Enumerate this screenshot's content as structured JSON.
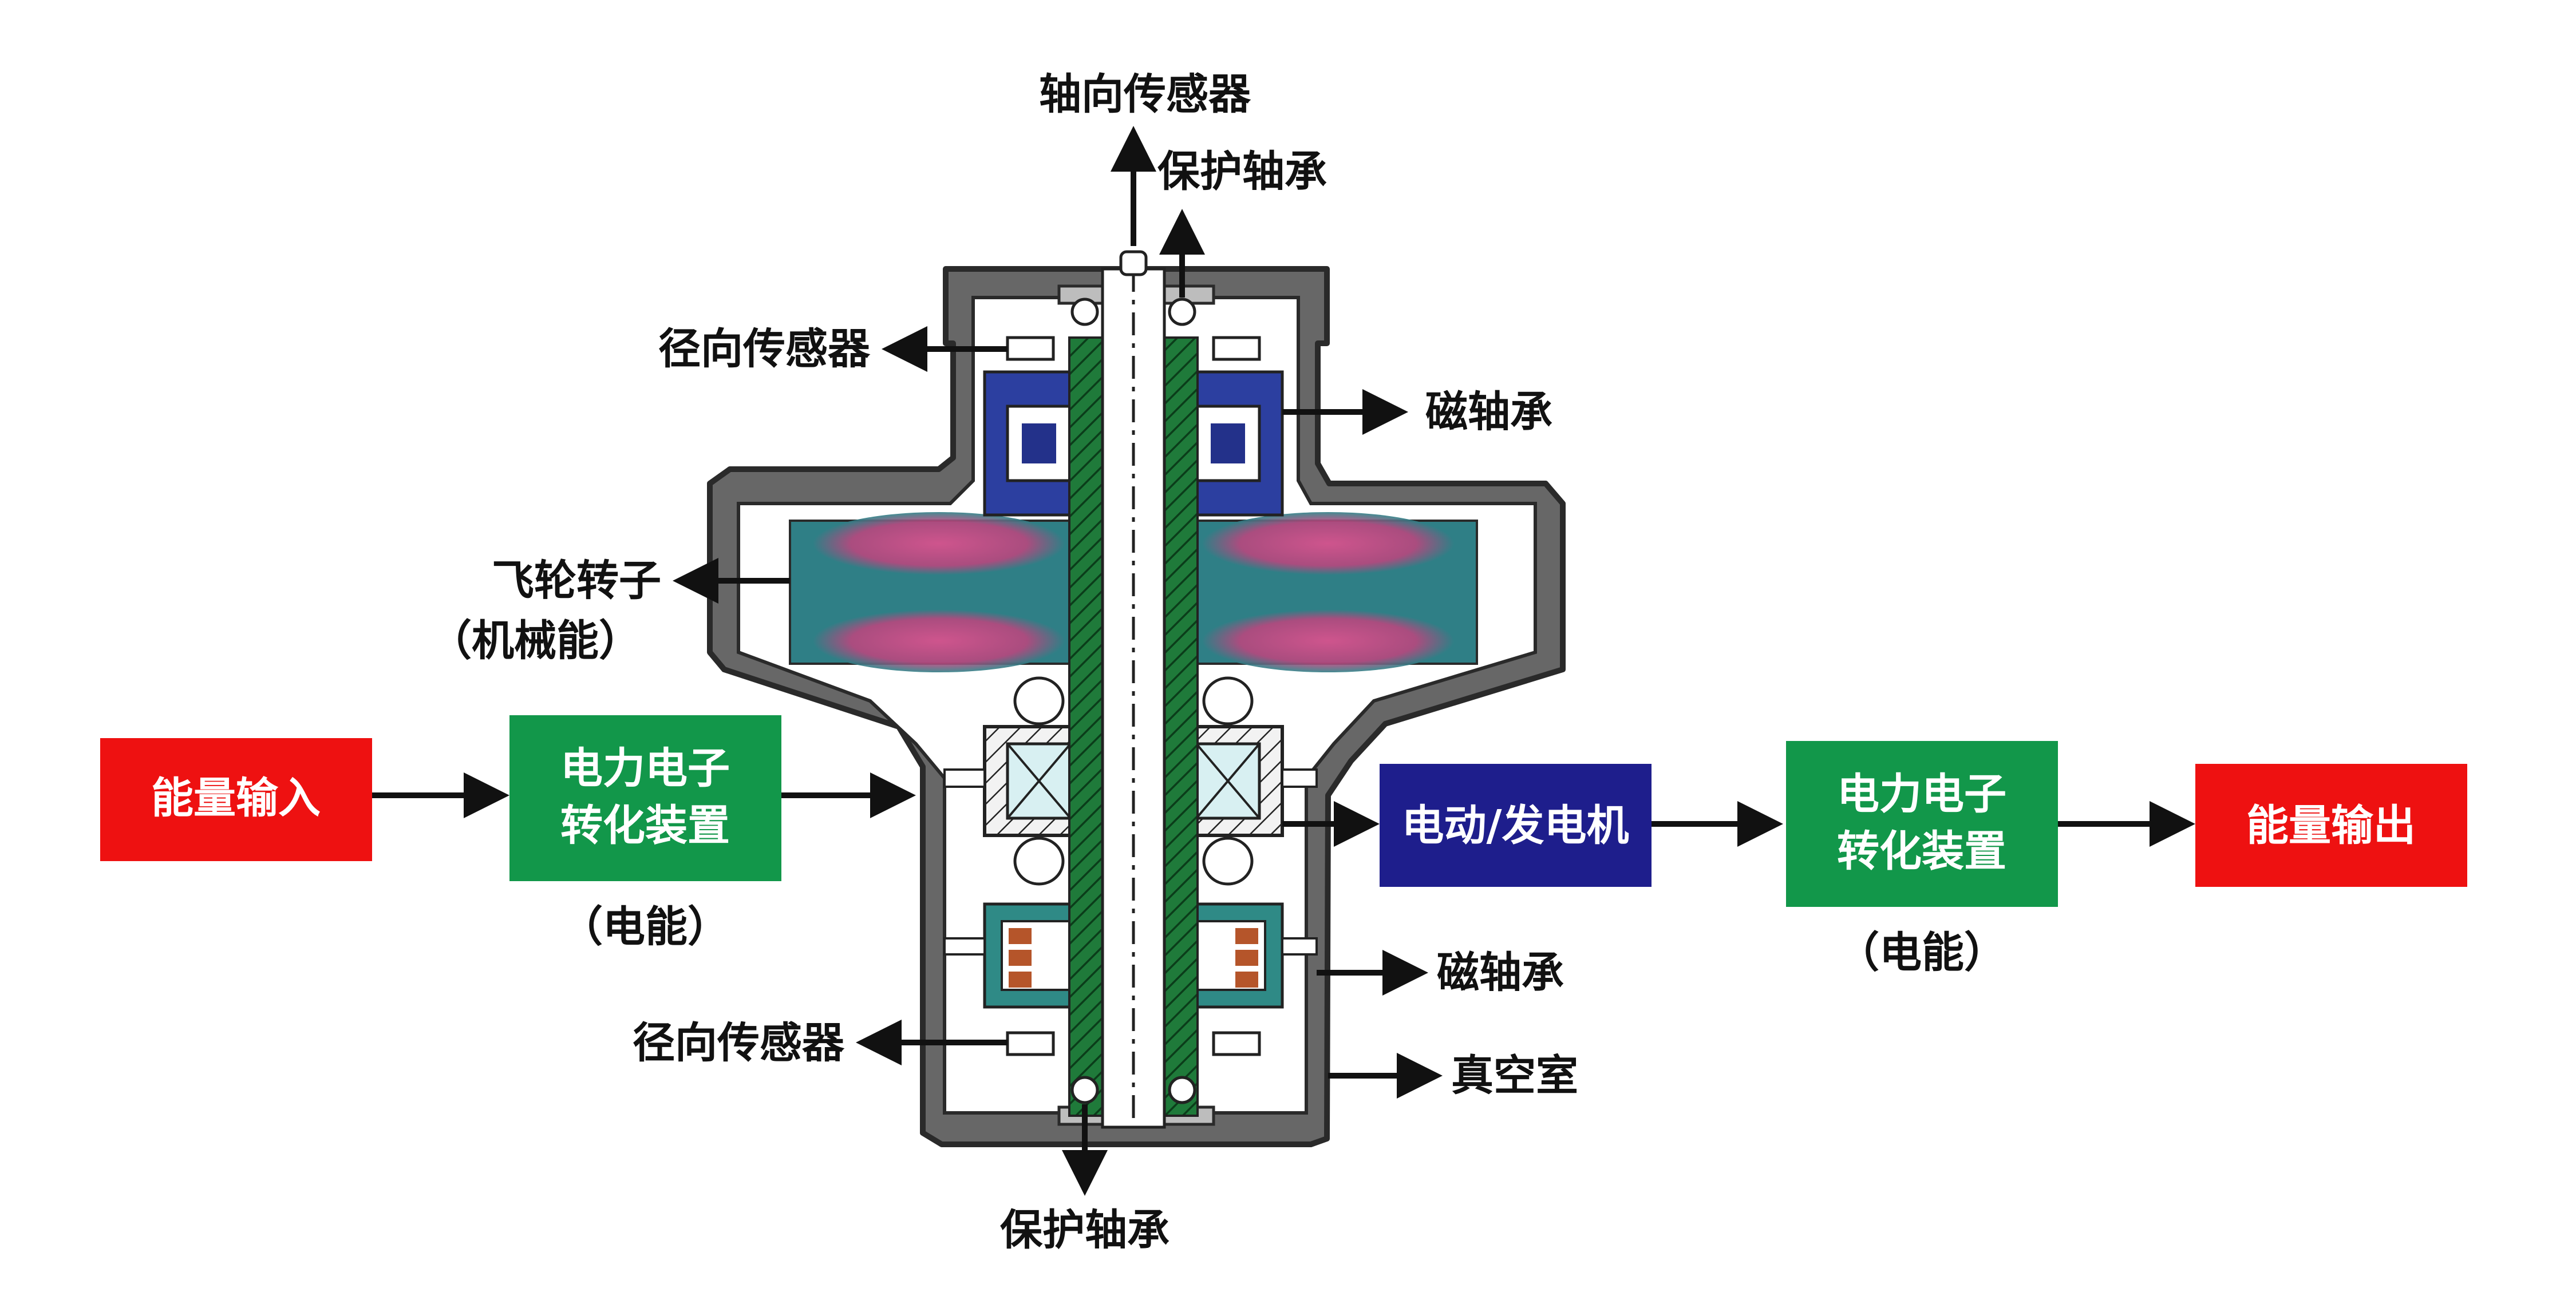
{
  "colors": {
    "red": "#ee1111",
    "green": "#12974a",
    "navy": "#1e1e8c",
    "housing": "#666666",
    "housing_edge": "#2a2a2a",
    "rotor": "#2f7f86",
    "rotor_pink": "#d04a86",
    "magnet_blue": "#2c3fa0",
    "magnet_teal": "#2f8a86",
    "copper": "#b5552a",
    "orange_sleeve": "#f07a1a",
    "peach": "#f4c49a",
    "hatch_green": "#1f7a3a"
  },
  "labels": {
    "axial_sensor": "轴向传感器",
    "protective_bearing_top": "保护轴承",
    "radial_sensor_top": "径向传感器",
    "magnetic_bearing_top": "磁轴承",
    "flywheel_rotor": "飞轮转子",
    "mechanical_energy": "（机械能）",
    "magnetic_bearing_bottom": "磁轴承",
    "radial_sensor_bottom": "径向传感器",
    "vacuum_chamber": "真空室",
    "protective_bearing_bottom": "保护轴承"
  },
  "flow": {
    "energy_input": "能量输入",
    "converter_left_line1": "电力电子",
    "converter_left_line2": "转化装置",
    "electric_energy_left": "（电能）",
    "motor_generator": "电动/发电机",
    "converter_right_line1": "电力电子",
    "converter_right_line2": "转化装置",
    "electric_energy_right": "（电能）",
    "energy_output": "能量输出"
  },
  "icons": {
    "arrow": "arrow-icon",
    "ball_bearing": "ball-bearing-icon"
  }
}
